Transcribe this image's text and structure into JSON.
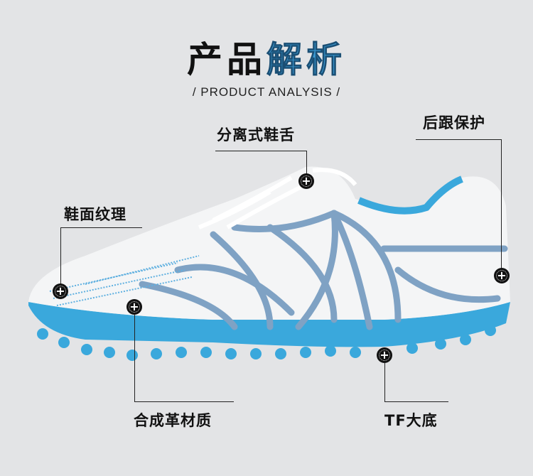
{
  "title": {
    "part1": "产品",
    "part2": "解析"
  },
  "subtitle": "/ PRODUCT ANALYSIS /",
  "callouts": {
    "tongue": "分离式鞋舌",
    "heel": "后跟保护",
    "upper_texture": "鞋面纹理",
    "material": "合成革材质",
    "sole": "TF大底"
  },
  "colors": {
    "background": "#e3e4e6",
    "accent": "#3b9ad3",
    "sole": "#3aa8dc",
    "cage": "#7fa2c4"
  }
}
